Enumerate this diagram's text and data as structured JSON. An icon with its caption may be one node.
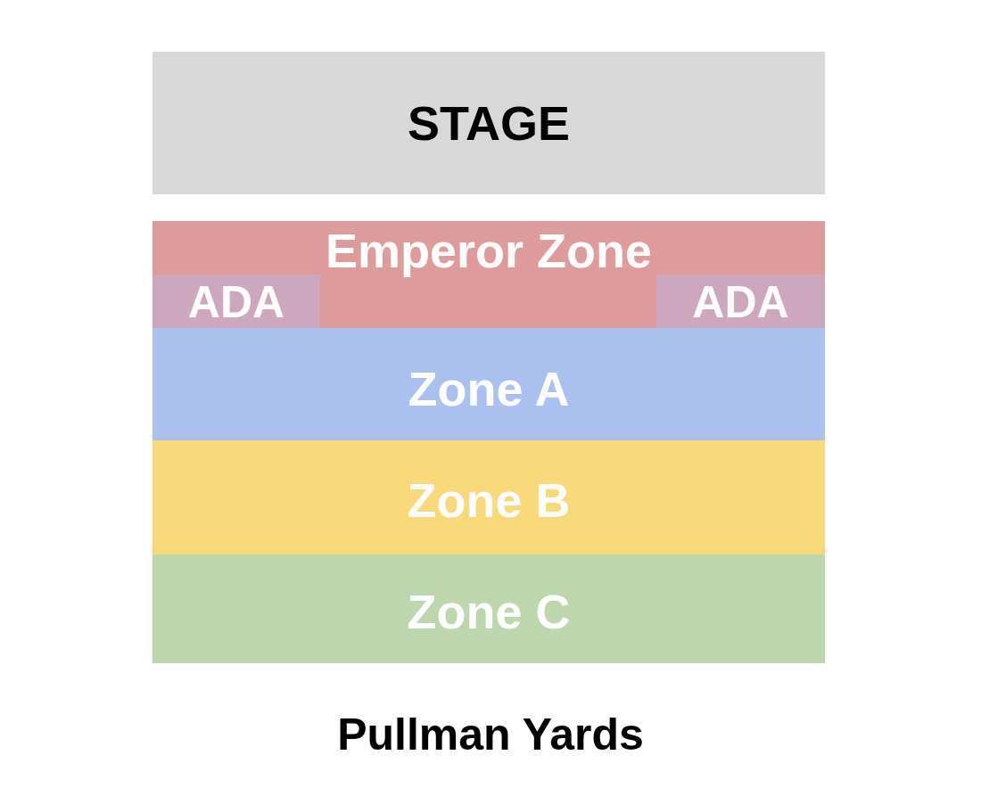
{
  "diagram": {
    "caption": "Pullman Yards",
    "nodes": [
      {
        "text": [
          "STAGE"
        ]
      },
      {
        "text": [
          "Emperor Zone"
        ]
      },
      {
        "text": [
          "ADA"
        ],
        "in": 1
      },
      {
        "text": [
          "ADA"
        ],
        "in": 1
      },
      {
        "text": [
          "Zone A"
        ]
      },
      {
        "text": [
          "Zone B"
        ]
      },
      {
        "text": [
          "Zone C"
        ]
      }
    ],
    "edges": []
  }
}
